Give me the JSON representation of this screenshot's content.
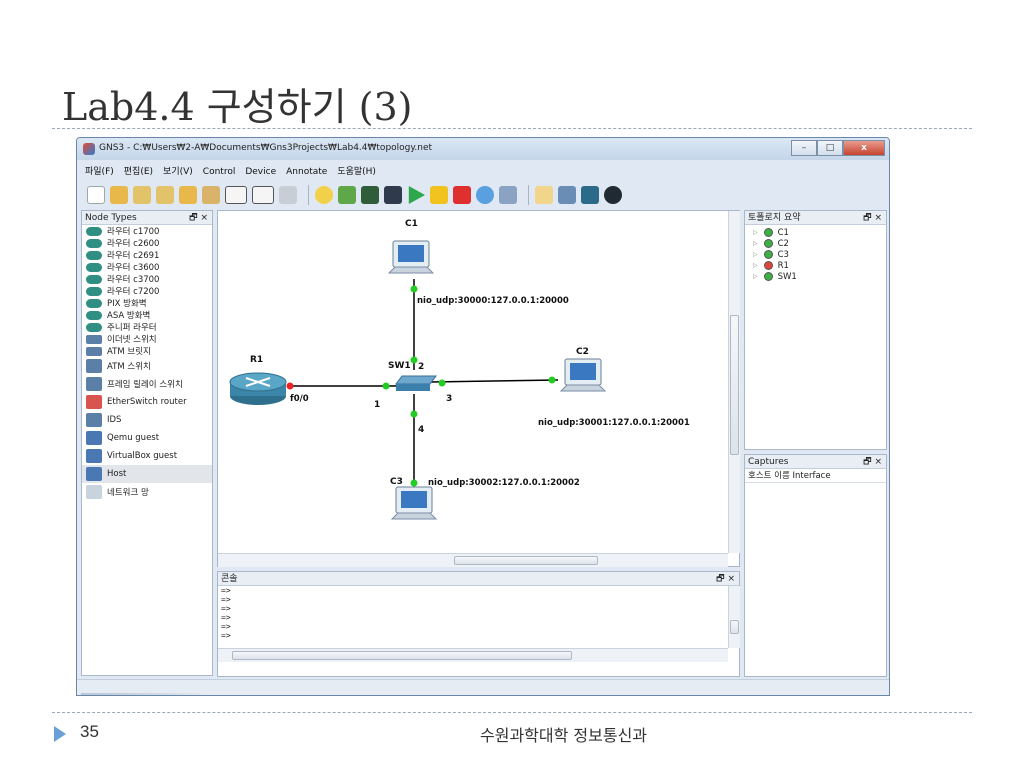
{
  "slide": {
    "title": "Lab4.4 구성하기 (3)",
    "page_number": "35",
    "footer_org": "수원과학대학 정보통신과"
  },
  "window": {
    "title": "GNS3 - C:₩Users₩2-A₩Documents₩Gns3Projects₩Lab4.4₩topology.net",
    "buttons": {
      "minimize": "–",
      "maximize": "□",
      "close": "x"
    }
  },
  "menu": [
    "파일(F)",
    "편집(E)",
    "보기(V)",
    "Control",
    "Device",
    "Annotate",
    "도움말(H)"
  ],
  "node_types": {
    "title": "Node Types",
    "controls": "🗗 ×",
    "items": [
      {
        "label": "라우터 c1700",
        "icon": "router-icon",
        "color": "#2f8f82"
      },
      {
        "label": "라우터 c2600",
        "icon": "router-icon",
        "color": "#2f8f82"
      },
      {
        "label": "라우터 c2691",
        "icon": "router-icon",
        "color": "#2f8f82"
      },
      {
        "label": "라우터 c3600",
        "icon": "router-icon",
        "color": "#2f8f82"
      },
      {
        "label": "라우터 c3700",
        "icon": "router-icon",
        "color": "#2f8f82"
      },
      {
        "label": "라우터 c7200",
        "icon": "router-icon",
        "color": "#2f8f82"
      },
      {
        "label": "PIX 방화벽",
        "icon": "firewall-icon",
        "color": "#2f8f82"
      },
      {
        "label": "ASA 방화벽",
        "icon": "firewall-icon",
        "color": "#2f8f82"
      },
      {
        "label": "주니퍼 라우터",
        "icon": "router-icon",
        "color": "#2f8f82"
      },
      {
        "label": "이더넷 스위치",
        "icon": "switch-icon",
        "color": "#5b7fa6"
      },
      {
        "label": "ATM 브릿지",
        "icon": "bridge-icon",
        "color": "#5b7fa6"
      },
      {
        "label": "ATM 스위치",
        "icon": "atm-switch-icon",
        "color": "#5b7fa6"
      },
      {
        "label": "프레임 릴레이 스위치",
        "icon": "frame-relay-icon",
        "color": "#5b7fa6"
      },
      {
        "label": "EtherSwitch router",
        "icon": "etherswitch-icon",
        "color": "#d9534f"
      },
      {
        "label": "IDS",
        "icon": "ids-icon",
        "color": "#5b7fa6"
      },
      {
        "label": "Qemu guest",
        "icon": "computer-icon",
        "color": "#4a78b3"
      },
      {
        "label": "VirtualBox guest",
        "icon": "computer-icon",
        "color": "#4a78b3"
      },
      {
        "label": "Host",
        "icon": "computer-icon",
        "color": "#4a78b3"
      },
      {
        "label": "네트워크 망",
        "icon": "cloud-icon",
        "color": "#c9d3de"
      }
    ]
  },
  "topology": {
    "nodes": [
      {
        "id": "C1",
        "type": "pc",
        "label": "C1"
      },
      {
        "id": "C2",
        "type": "pc",
        "label": "C2"
      },
      {
        "id": "C3",
        "type": "pc",
        "label": "C3"
      },
      {
        "id": "R1",
        "type": "router",
        "label": "R1"
      },
      {
        "id": "SW1",
        "type": "switch",
        "label": "SW1"
      }
    ],
    "links": [
      {
        "from": "SW1",
        "to": "C1",
        "port": "2",
        "remote": "nio_udp:30000:127.0.0.1:20000"
      },
      {
        "from": "SW1",
        "to": "C2",
        "port": "3",
        "remote": "nio_udp:30001:127.0.0.1:20001"
      },
      {
        "from": "SW1",
        "to": "C3",
        "port": "4",
        "remote": "nio_udp:30002:127.0.0.1:20002"
      },
      {
        "from": "SW1",
        "to": "R1",
        "port": "1",
        "remote": "f0/0"
      }
    ]
  },
  "topology_summary": {
    "title": "토폴로지 요약",
    "controls": "🗗 ×",
    "items": [
      {
        "label": "C1",
        "status": "green"
      },
      {
        "label": "C2",
        "status": "green"
      },
      {
        "label": "C3",
        "status": "green"
      },
      {
        "label": "R1",
        "status": "red"
      },
      {
        "label": "SW1",
        "status": "green"
      }
    ]
  },
  "captures": {
    "title": "Captures",
    "controls": "🗗 ×",
    "columns": "호스트 이름  Interface"
  },
  "console": {
    "title": "콘솔",
    "controls": "🗗 ×",
    "lines": [
      "=>",
      "=>",
      "=>",
      "=>",
      "=>",
      "=>"
    ]
  },
  "colors": {
    "status_green": "#3cb043",
    "status_red": "#e0443c",
    "link_dot_green": "#22cc22",
    "link_dot_red": "#ee2222"
  }
}
